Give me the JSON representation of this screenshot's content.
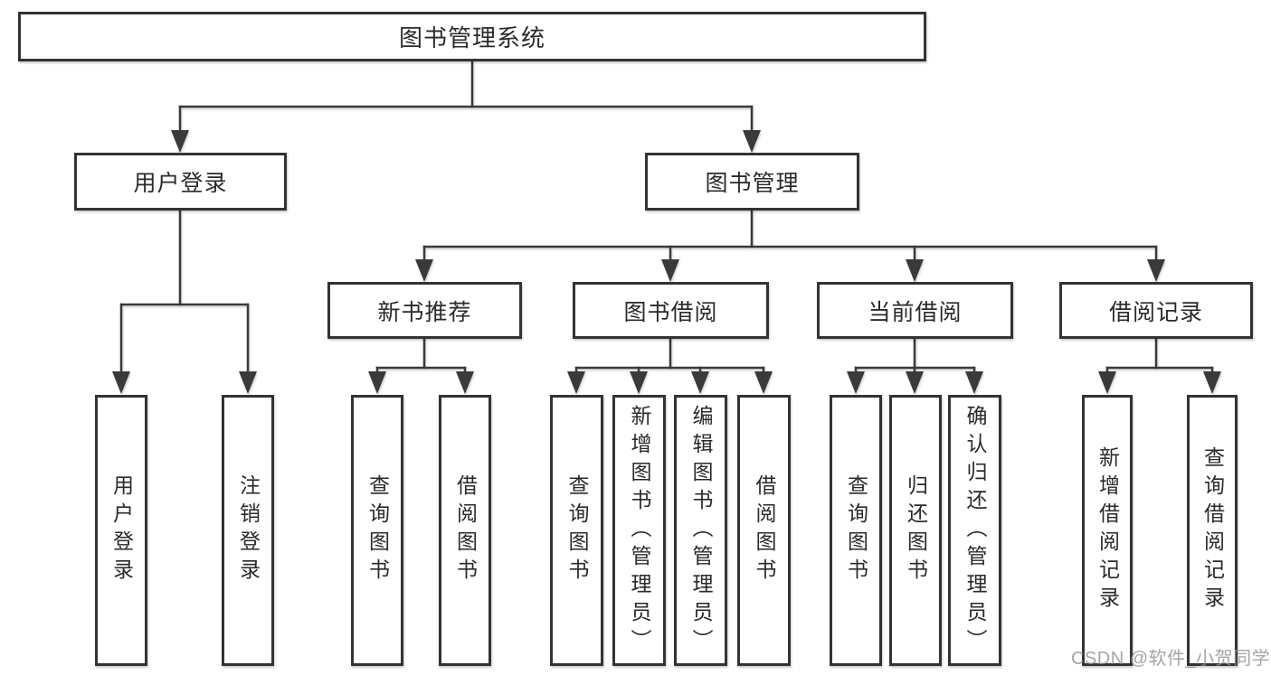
{
  "colors": {
    "line": "#3a3a3a",
    "box_border": "#333333",
    "box_fill": "#ffffff",
    "text": "#2a2a2a",
    "watermark": "#8e8e94"
  },
  "nodes": {
    "root": {
      "label": "图书管理系统"
    },
    "level1": [
      {
        "label": "用户登录",
        "parent": "图书管理系统"
      },
      {
        "label": "图书管理",
        "parent": "图书管理系统"
      }
    ],
    "level2": [
      {
        "label": "新书推荐",
        "parent": "图书管理"
      },
      {
        "label": "图书借阅",
        "parent": "图书管理"
      },
      {
        "label": "当前借阅",
        "parent": "图书管理"
      },
      {
        "label": "借阅记录",
        "parent": "图书管理"
      }
    ],
    "leaves": [
      {
        "label": "用户登录",
        "parent": "用户登录"
      },
      {
        "label": "注销登录",
        "parent": "用户登录"
      },
      {
        "label": "查询图书",
        "parent": "新书推荐"
      },
      {
        "label": "借阅图书",
        "parent": "新书推荐"
      },
      {
        "label": "查询图书",
        "parent": "图书借阅"
      },
      {
        "label": "新增图书（管理员）",
        "parent": "图书借阅"
      },
      {
        "label": "编辑图书（管理员）",
        "parent": "图书借阅"
      },
      {
        "label": "借阅图书",
        "parent": "图书借阅"
      },
      {
        "label": "查询图书",
        "parent": "当前借阅"
      },
      {
        "label": "归还图书",
        "parent": "当前借阅"
      },
      {
        "label": "确认归还（管理员）",
        "parent": "当前借阅"
      },
      {
        "label": "新增借阅记录",
        "parent": "借阅记录"
      },
      {
        "label": "查询借阅记录",
        "parent": "借阅记录"
      }
    ]
  },
  "watermark": {
    "text": "CSDN @软件_小贺同学"
  }
}
